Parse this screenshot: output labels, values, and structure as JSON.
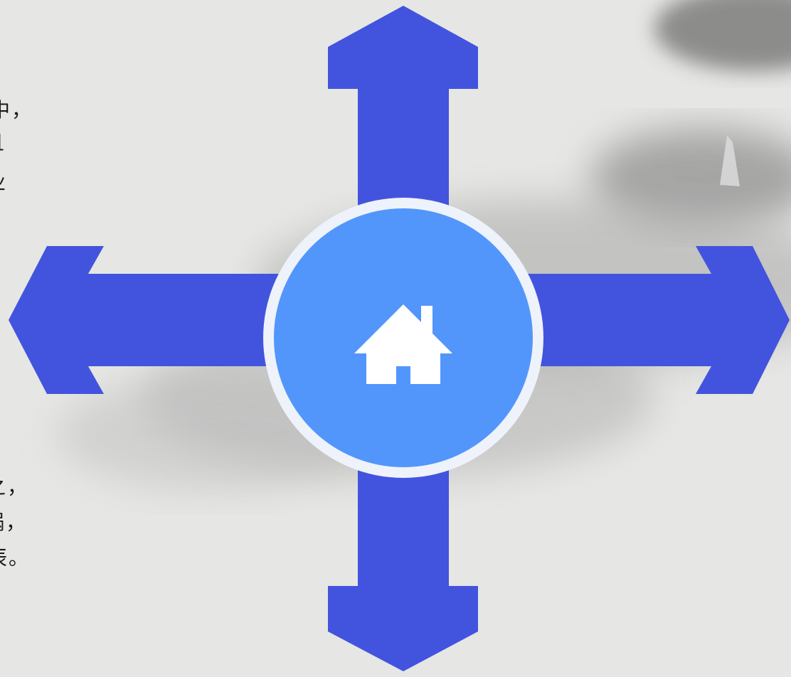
{
  "colors": {
    "arrow": "#4254de",
    "circle_fill": "#5296fb",
    "circle_ring": "#eef2fb",
    "background": "#e4e4e2",
    "text": "#1a1a1a"
  },
  "center_icon": "home-icon",
  "text_top": {
    "line1": "中，",
    "line2": "且",
    "line3": "业"
  },
  "text_bottom": {
    "line1": "之，",
    "line2": "锅，",
    "line3": "辰。"
  }
}
